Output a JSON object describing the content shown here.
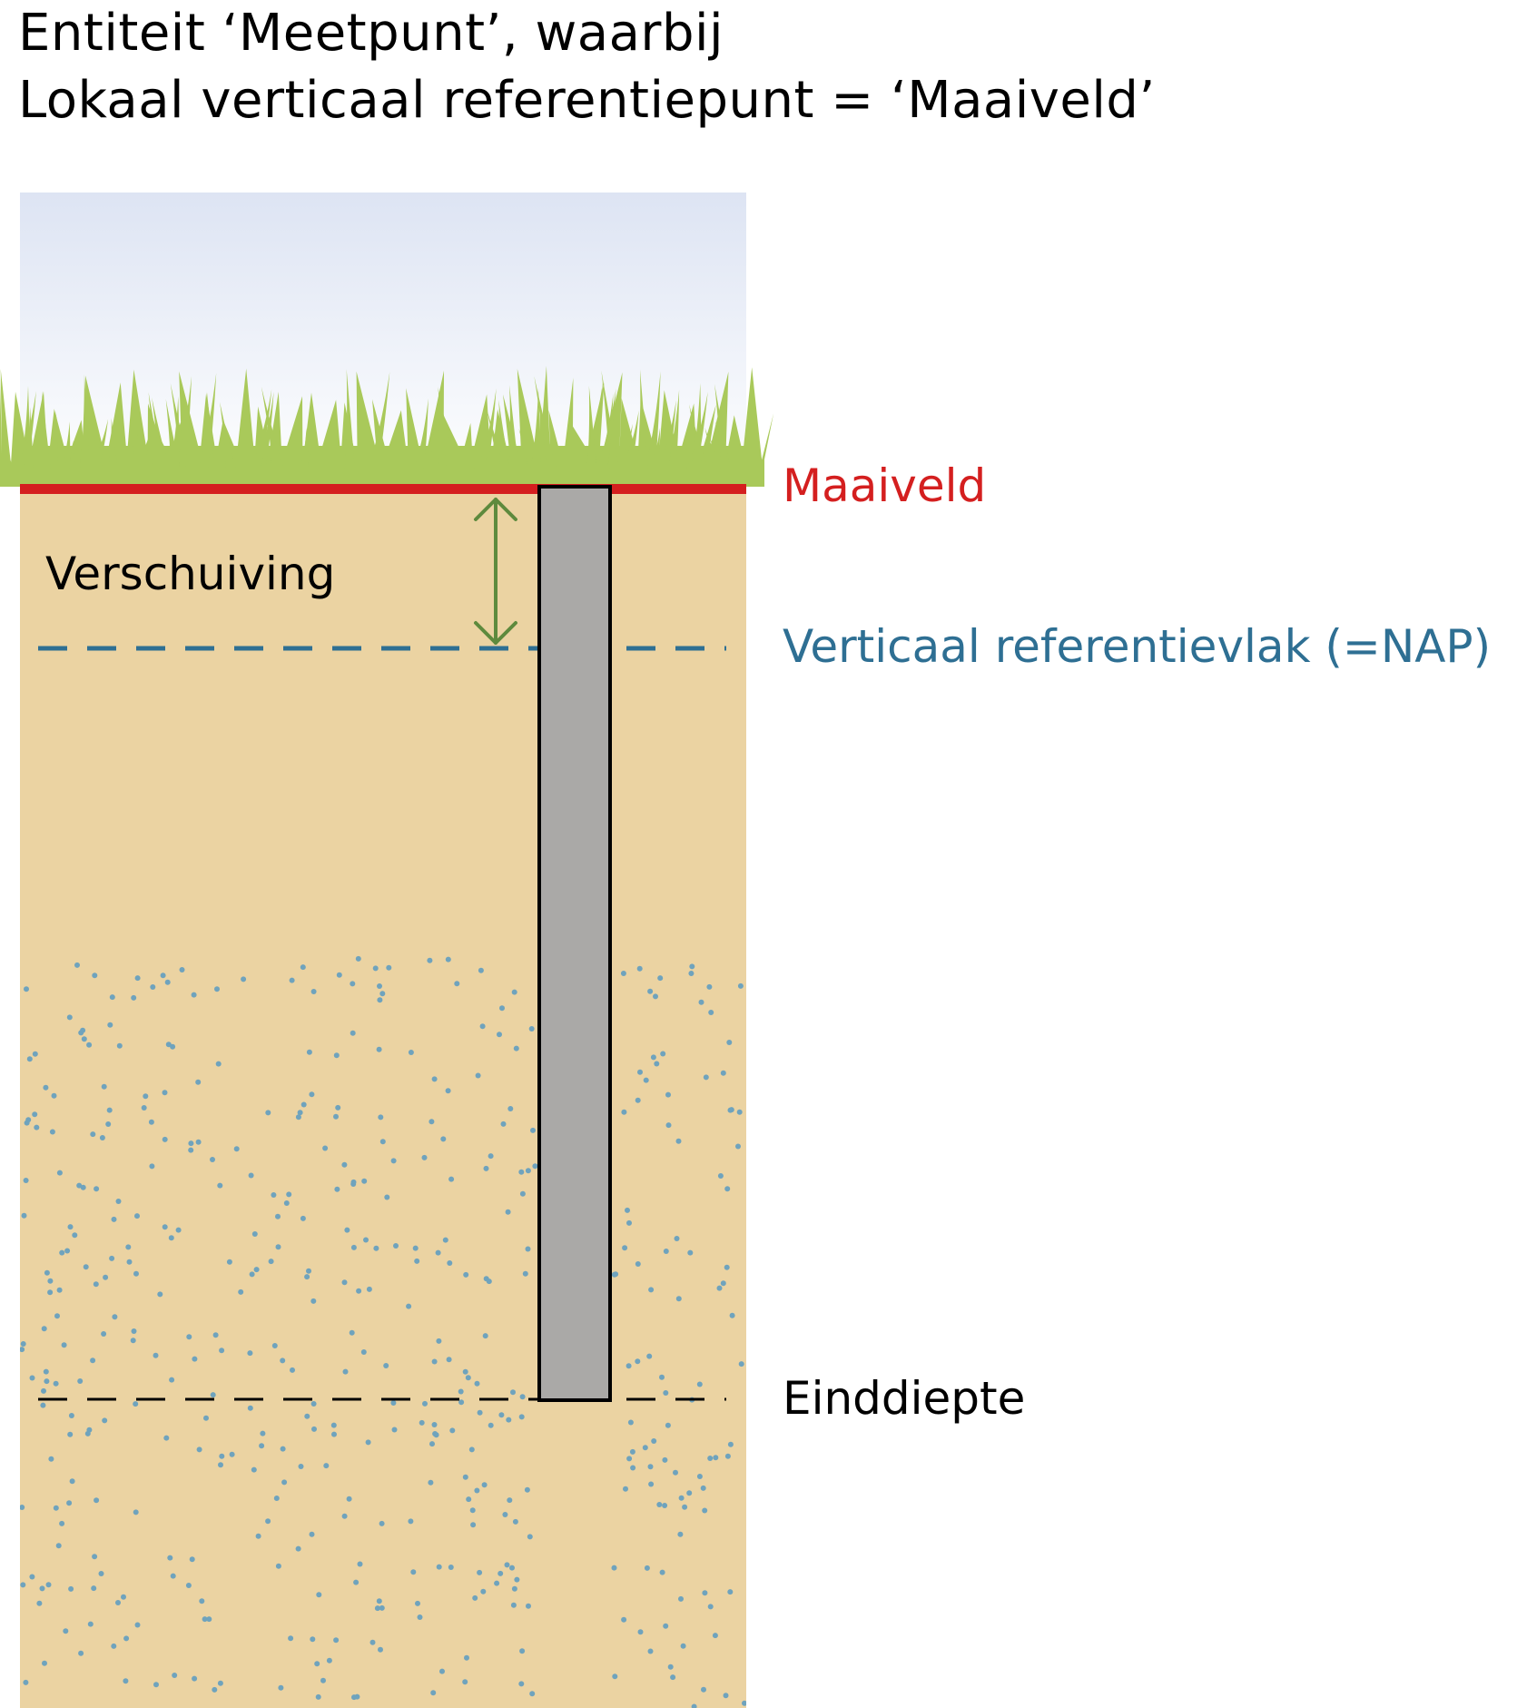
{
  "title": {
    "line1": "Entiteit ‘Meetpunt’, waarbij",
    "line2": "Lokaal verticaal referentiepunt = ‘Maaiveld’"
  },
  "labels": {
    "maaiveld": "Maaiveld",
    "verschuiving": "Verschuiving",
    "referentievlak": "Verticaal referentievlak (=NAP)",
    "einddiepte": "Einddiepte"
  },
  "colors": {
    "maaiveld": "#d41f1f",
    "referentievlak": "#2e6f93",
    "text": "#000000",
    "soil": "#ebd3a2",
    "grass": "#a9c95a",
    "tube": "#aaa9a7",
    "arrow": "#5e8a3d",
    "sky_top": "#dfe5f3",
    "sky_bottom": "#ffffff",
    "dots": "#6fa3bd"
  }
}
